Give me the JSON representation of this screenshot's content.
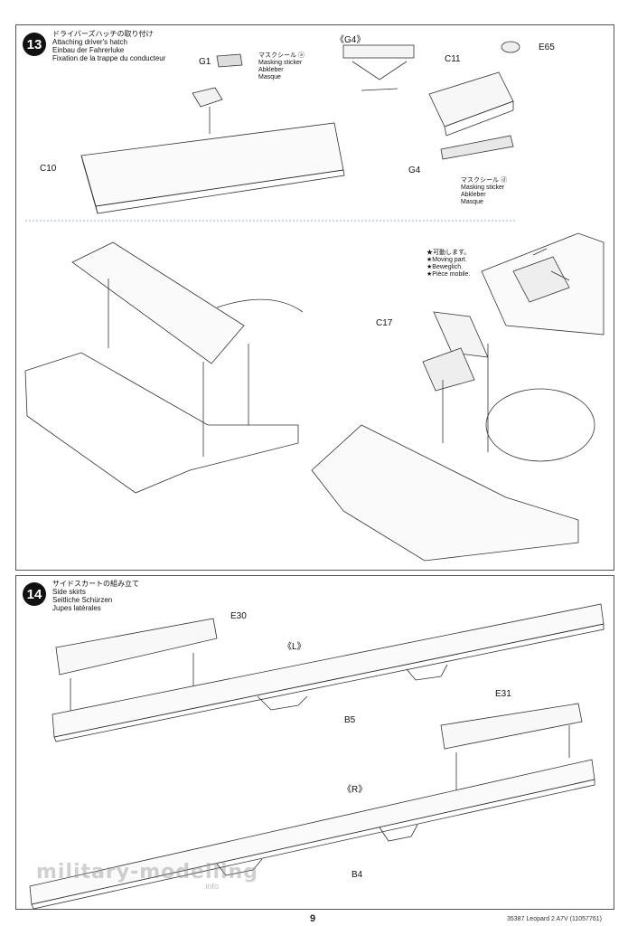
{
  "step13": {
    "number": "13",
    "title_jp": "ドライバーズハッチの取り付け",
    "title_en": "Attaching driver's hatch",
    "title_de": "Einbau der Fahrerluke",
    "title_fr": "Fixation de la trappe du conducteur",
    "labels": {
      "g1": "G1",
      "c10": "C10",
      "g4_top": "《G4》",
      "c11": "C11",
      "e65": "E65",
      "g4": "G4",
      "c17": "C17"
    },
    "sticker_a": {
      "jp": "マスクシール ⓐ",
      "en": "Masking sticker",
      "de": "Abkleber",
      "fr": "Masque"
    },
    "sticker_d": {
      "jp": "マスクシール ⓓ",
      "en": "Masking sticker",
      "de": "Abkleber",
      "fr": "Masque"
    },
    "moving": {
      "jp": "★可動します。",
      "en": "★Moving part.",
      "de": "★Beweglich.",
      "fr": "★Pièce mobile."
    }
  },
  "step14": {
    "number": "14",
    "title_jp": "サイドスカートの組み立て",
    "title_en": "Side skirts",
    "title_de": "Seitliche Schürzen",
    "title_fr": "Jupes latérales",
    "labels": {
      "e30": "E30",
      "left": "《L》",
      "b5": "B5",
      "e31": "E31",
      "right": "《R》",
      "b4": "B4"
    }
  },
  "footer": {
    "page": "9",
    "model": "35387  Leopard 2 A7V (11057761)"
  },
  "watermark": {
    "text": "military-modelling",
    "sub": ".info"
  }
}
